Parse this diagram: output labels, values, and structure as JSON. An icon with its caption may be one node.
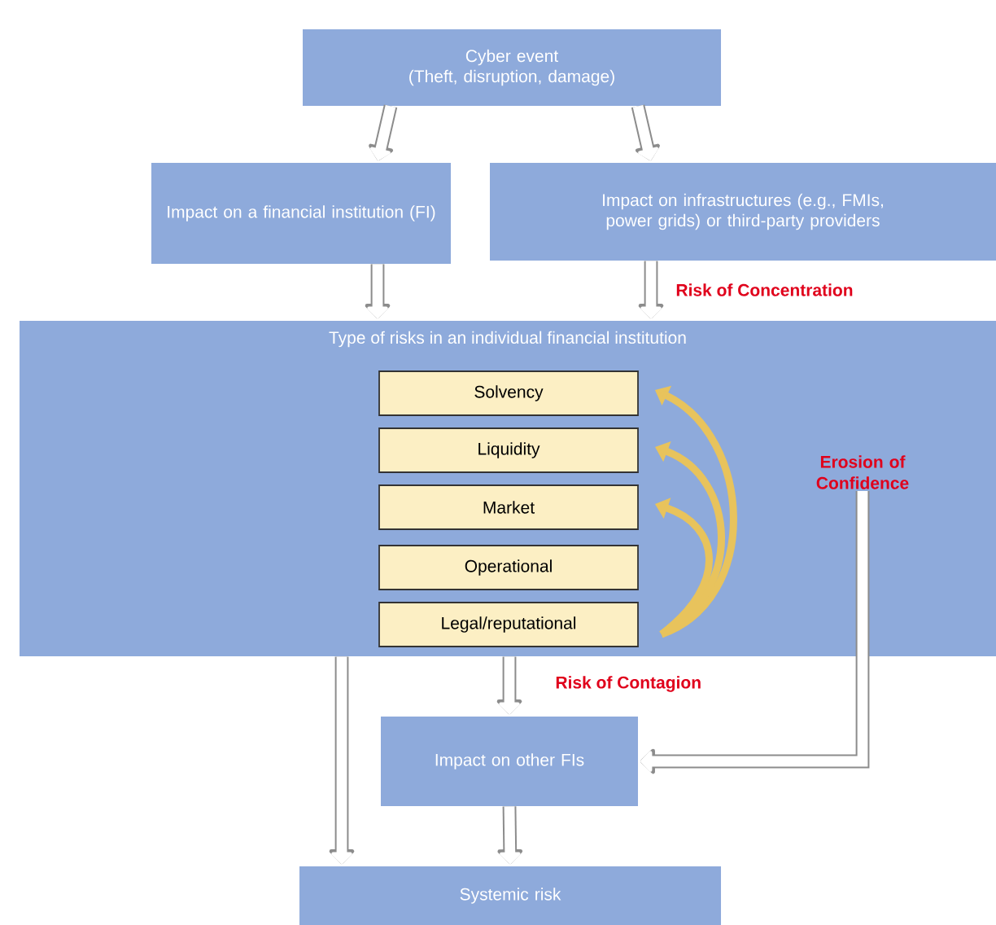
{
  "diagram": {
    "nodes": [
      {
        "text": [
          "Cyber event",
          "(Theft, disruption, damage)"
        ]
      },
      {
        "text": [
          "Impact on a financial institution (FI)"
        ]
      },
      {
        "text": [
          "Impact on infrastructures (e.g., FMIs, power grids) or third-party providers"
        ]
      },
      {
        "text": [
          "Type of risks in an individual financial institution"
        ]
      },
      {
        "text": [
          "Solvency"
        ],
        "in": 3
      },
      {
        "text": [
          "Liquidity"
        ],
        "in": 3
      },
      {
        "text": [
          "Market"
        ],
        "in": 3
      },
      {
        "text": [
          "Operational"
        ],
        "in": 3
      },
      {
        "text": [
          "Legal/reputational"
        ],
        "in": 3
      },
      {
        "text": [
          "Impact on other FIs"
        ]
      },
      {
        "text": [
          "Systemic risk"
        ]
      },
      {
        "text": [
          "Erosion of Confidence"
        ],
        "in": 3
      }
    ],
    "edges": [
      {
        "from": 0,
        "to": 1,
        "arrow": "to"
      },
      {
        "from": 0,
        "to": 2,
        "arrow": "to"
      },
      {
        "from": 1,
        "to": 3,
        "arrow": "to"
      },
      {
        "from": 2,
        "to": 3,
        "arrow": "to",
        "label": "Risk of Concentration"
      },
      {
        "from": 3,
        "to": 9,
        "arrow": "to",
        "label": "Risk of Contagion"
      },
      {
        "from": 3,
        "to": 10,
        "arrow": "to"
      },
      {
        "from": 9,
        "to": 10,
        "arrow": "to"
      },
      {
        "from": 11,
        "to": 9,
        "arrow": "to"
      },
      {
        "from": 8,
        "to": 4,
        "arrow": "to",
        "color": "#e8c35c"
      },
      {
        "from": 8,
        "to": 5,
        "arrow": "to",
        "color": "#e8c35c"
      },
      {
        "from": 8,
        "to": 6,
        "arrow": "to",
        "color": "#e8c35c"
      }
    ]
  }
}
